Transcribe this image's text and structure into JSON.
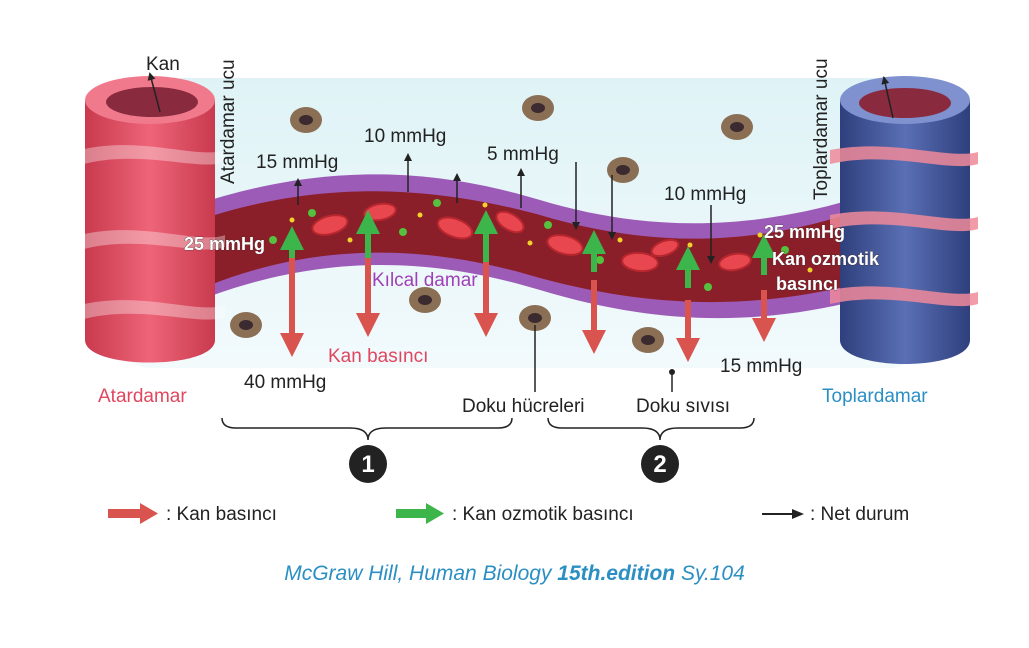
{
  "labels": {
    "kan": "Kan",
    "atardamar_ucu": "Atardamar ucu",
    "toplardamar_ucu": "Toplardamar ucu",
    "atardamar": "Atardamar",
    "toplardamar": "Toplardamar",
    "kilcal_damar": "Kılcal damar",
    "kan_basinci": "Kan basıncı",
    "doku_hucreleri": "Doku hücreleri",
    "doku_sivisi": "Doku sıvısı",
    "kan_ozmotik_1": "Kan ozmotik",
    "kan_ozmotik_2": "basıncı"
  },
  "pressures": {
    "p15_left": "15 mmHg",
    "p10_top": "10 mmHg",
    "p5_top": "5 mmHg",
    "p10_right": "10 mmHg",
    "p25_left": "25 mmHg",
    "p25_right": "25 mmHg",
    "p40": "40 mmHg",
    "p15_bottom": "15 mmHg"
  },
  "sections": {
    "one": "1",
    "two": "2"
  },
  "legend": {
    "red": ": Kan basıncı",
    "green": ": Kan ozmotik basıncı",
    "black": ": Net durum"
  },
  "credit": {
    "a": "McGraw Hill, Human Biology ",
    "b": "15th.edition",
    "c": " Sy.104"
  },
  "colors": {
    "artery": "#e0475e",
    "vein": "#3b4f92",
    "red_arrow": "#d9534f",
    "green_arrow": "#3cb54a",
    "credit_blue": "#2b8fc4",
    "artery_label": "#e0475e",
    "vein_label": "#2b8fc4"
  }
}
